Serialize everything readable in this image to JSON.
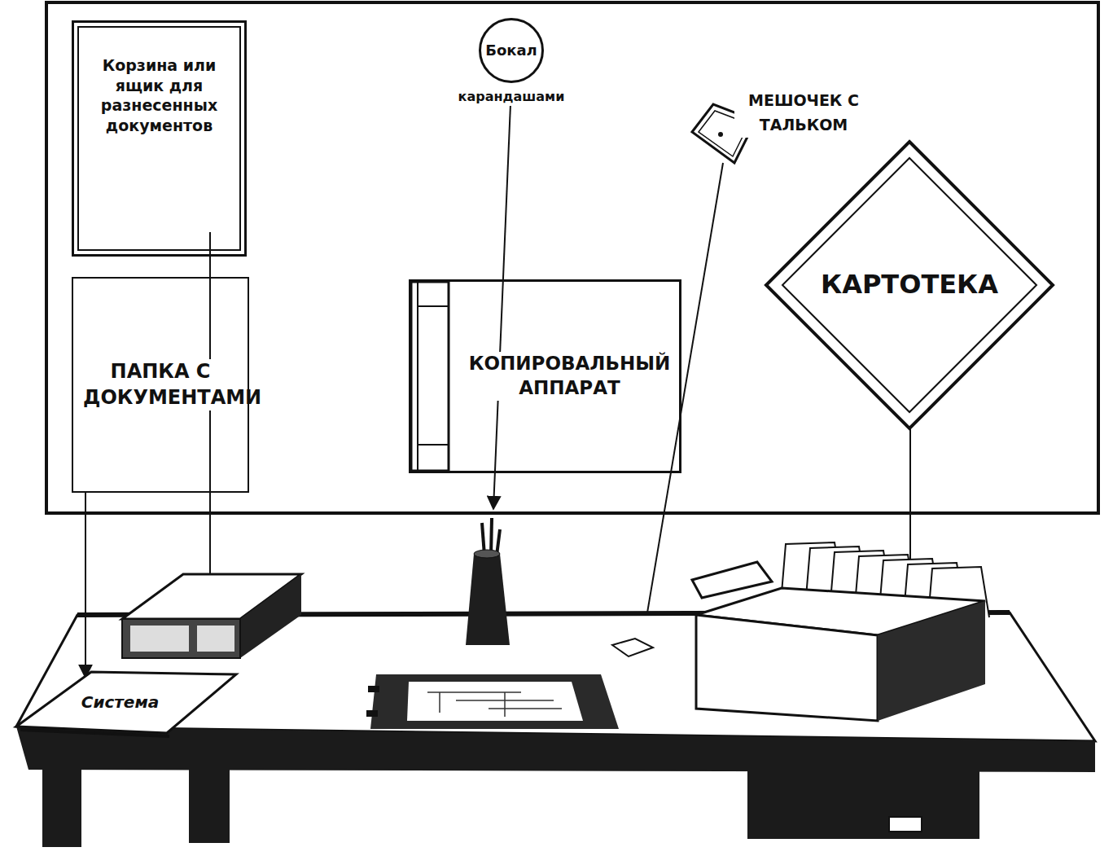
{
  "diagram": {
    "nodes": [
      {
        "text": [
          "Корзина или ящик для разнесенных документов"
        ]
      },
      {
        "text": [
          "ПАПКА С ДОКУМЕНТАМИ"
        ]
      },
      {
        "text": [
          "Бокал",
          "карандашами"
        ]
      },
      {
        "text": [
          "КОПИРОВАЛЬНЫЙ АППАРАТ"
        ]
      },
      {
        "text": [
          "МЕШОЧЕК С ТАЛЬКОМ"
        ]
      },
      {
        "text": [
          "КАРТОТЕКА"
        ]
      },
      {
        "text": [
          "Система"
        ]
      }
    ],
    "edges": [
      {
        "from": 1,
        "to": 6,
        "arrow": "to"
      }
    ]
  }
}
